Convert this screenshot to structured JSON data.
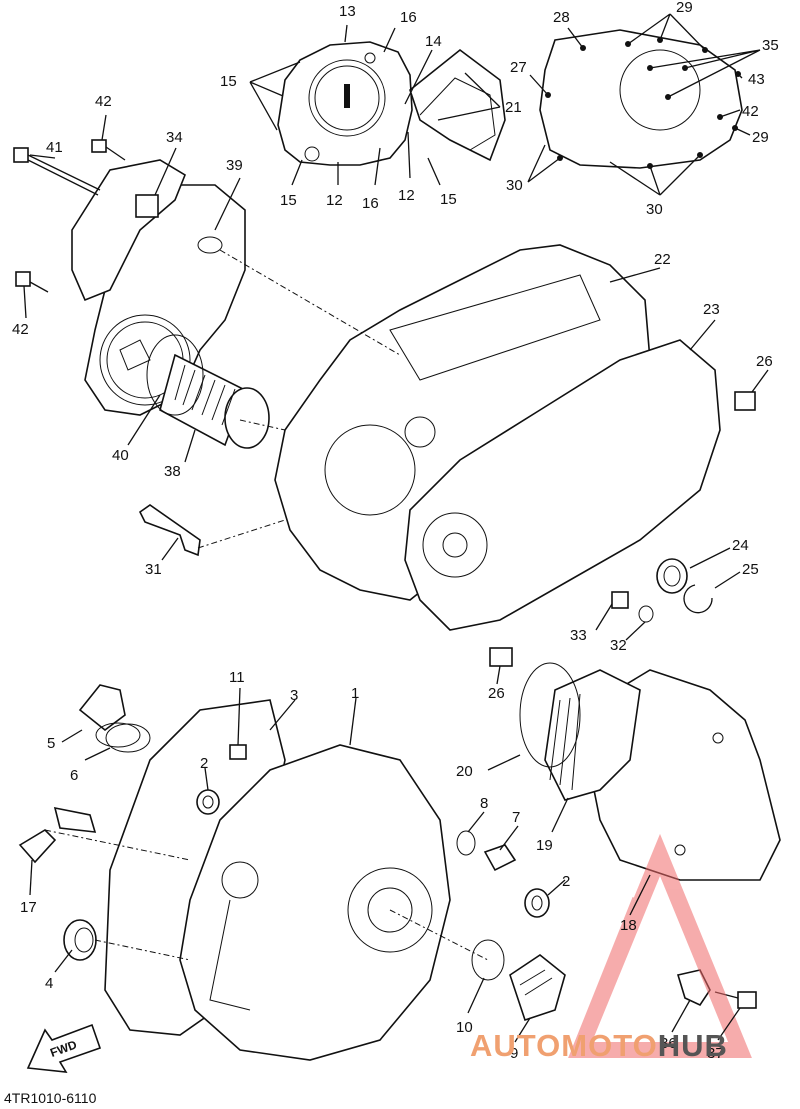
{
  "diagram": {
    "code": "4TR1010-6110",
    "fwd_label": "FWD",
    "callouts": [
      {
        "id": "c13",
        "text": "13"
      },
      {
        "id": "c16a",
        "text": "16"
      },
      {
        "id": "c14",
        "text": "14"
      },
      {
        "id": "c15a",
        "text": "15"
      },
      {
        "id": "c21",
        "text": "21"
      },
      {
        "id": "c15b",
        "text": "15"
      },
      {
        "id": "c12a",
        "text": "12"
      },
      {
        "id": "c16b",
        "text": "16"
      },
      {
        "id": "c12b",
        "text": "12"
      },
      {
        "id": "c15c",
        "text": "15"
      },
      {
        "id": "c28",
        "text": "28"
      },
      {
        "id": "c29a",
        "text": "29"
      },
      {
        "id": "c35",
        "text": "35"
      },
      {
        "id": "c27",
        "text": "27"
      },
      {
        "id": "c43",
        "text": "43"
      },
      {
        "id": "c42a",
        "text": "42"
      },
      {
        "id": "c29b",
        "text": "29"
      },
      {
        "id": "c30a",
        "text": "30"
      },
      {
        "id": "c30b",
        "text": "30"
      },
      {
        "id": "c42b",
        "text": "42"
      },
      {
        "id": "c41",
        "text": "41"
      },
      {
        "id": "c34",
        "text": "34"
      },
      {
        "id": "c39",
        "text": "39"
      },
      {
        "id": "c42c",
        "text": "42"
      },
      {
        "id": "c40",
        "text": "40"
      },
      {
        "id": "c38",
        "text": "38"
      },
      {
        "id": "c22",
        "text": "22"
      },
      {
        "id": "c23",
        "text": "23"
      },
      {
        "id": "c26a",
        "text": "26"
      },
      {
        "id": "c31",
        "text": "31"
      },
      {
        "id": "c24",
        "text": "24"
      },
      {
        "id": "c25",
        "text": "25"
      },
      {
        "id": "c33",
        "text": "33"
      },
      {
        "id": "c32",
        "text": "32"
      },
      {
        "id": "c26b",
        "text": "26"
      },
      {
        "id": "c11",
        "text": "11"
      },
      {
        "id": "c3",
        "text": "3"
      },
      {
        "id": "c1",
        "text": "1"
      },
      {
        "id": "c5",
        "text": "5"
      },
      {
        "id": "c2a",
        "text": "2"
      },
      {
        "id": "c6",
        "text": "6"
      },
      {
        "id": "c20",
        "text": "20"
      },
      {
        "id": "c8",
        "text": "8"
      },
      {
        "id": "c7",
        "text": "7"
      },
      {
        "id": "c19",
        "text": "19"
      },
      {
        "id": "c17",
        "text": "17"
      },
      {
        "id": "c2b",
        "text": "2"
      },
      {
        "id": "c18",
        "text": "18"
      },
      {
        "id": "c4",
        "text": "4"
      },
      {
        "id": "c10",
        "text": "10"
      },
      {
        "id": "c9",
        "text": "9"
      },
      {
        "id": "c36",
        "text": "36"
      },
      {
        "id": "c37",
        "text": "37"
      }
    ]
  },
  "watermark": {
    "part1": "AUTOMOTO",
    "part2": "HUB",
    "color_main": "#f0a070",
    "color_dark": "#555555",
    "triangle_color": "#f06a6a"
  }
}
